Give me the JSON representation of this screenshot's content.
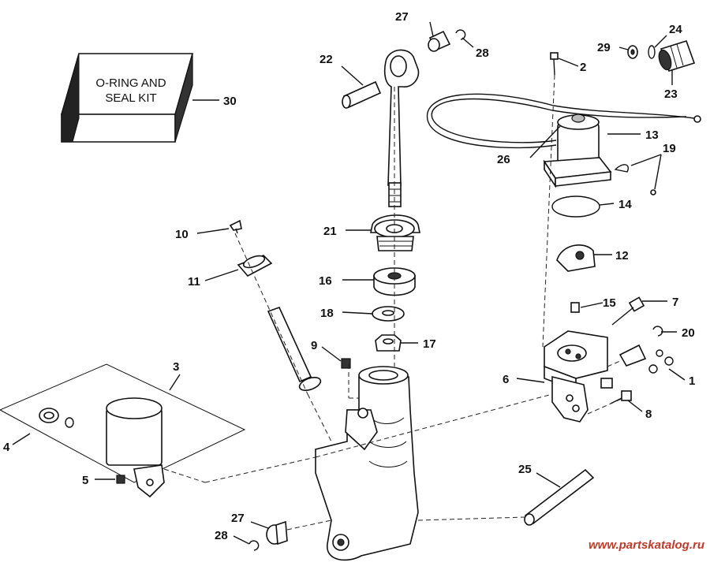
{
  "kit_box": {
    "line1": "O-RING AND",
    "line2": "SEAL KIT"
  },
  "callouts": {
    "c1": "1",
    "c2": "2",
    "c3": "3",
    "c4": "4",
    "c5": "5",
    "c6": "6",
    "c7": "7",
    "c8": "8",
    "c9": "9",
    "c10": "10",
    "c11": "11",
    "c12": "12",
    "c13": "13",
    "c14": "14",
    "c15": "15",
    "c16": "16",
    "c17": "17",
    "c18": "18",
    "c19": "19",
    "c20": "20",
    "c21": "21",
    "c22": "22",
    "c23": "23",
    "c24": "24",
    "c25": "25",
    "c26": "26",
    "c27a": "27",
    "c27b": "27",
    "c28a": "28",
    "c28b": "28",
    "c29": "29",
    "c30": "30"
  },
  "watermark": {
    "text": "www.partskatalog.ru",
    "color": "#c0392b"
  }
}
